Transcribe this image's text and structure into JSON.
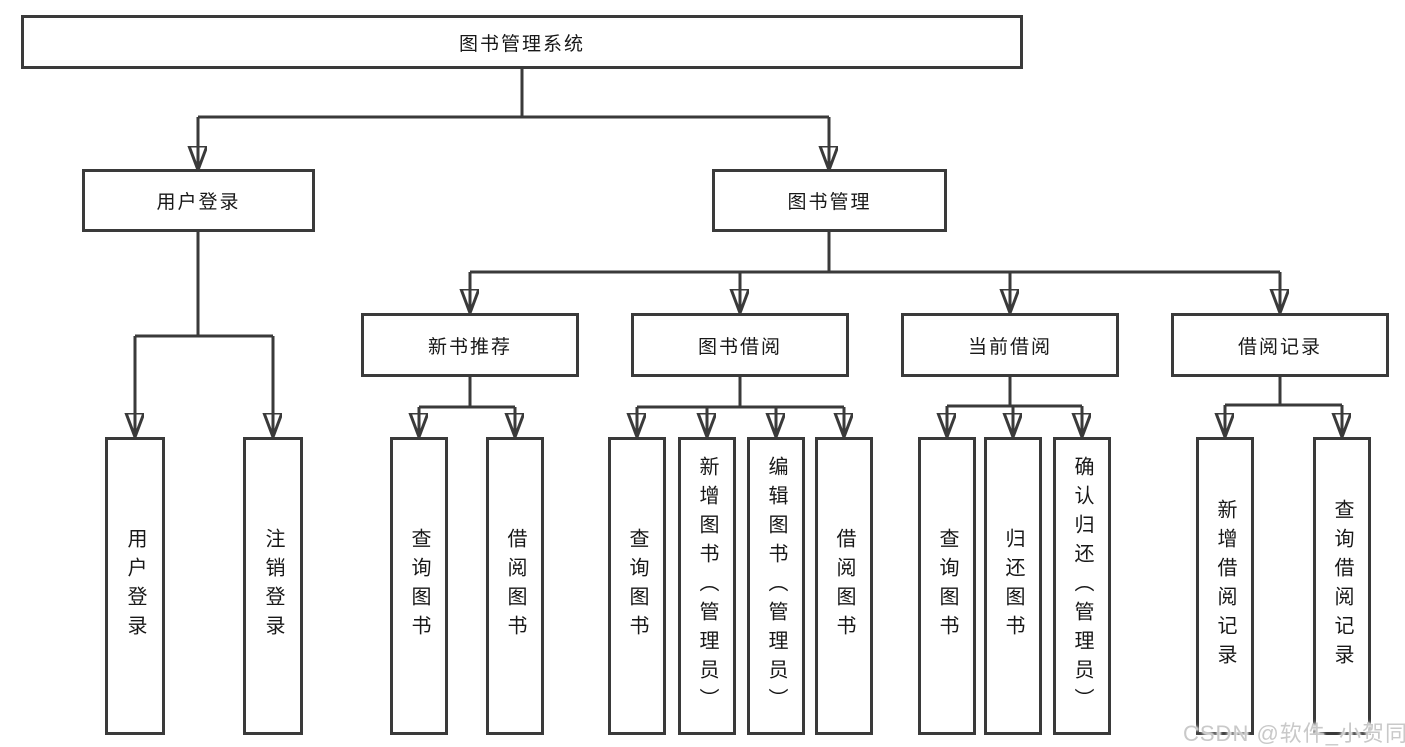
{
  "diagram": {
    "root": "图书管理系统",
    "level2": [
      {
        "label": "用户登录",
        "children": [
          {
            "label": "用户登录"
          },
          {
            "label": "注销登录"
          }
        ]
      },
      {
        "label": "图书管理",
        "children": [
          {
            "label": "新书推荐",
            "children": [
              {
                "label": "查询图书"
              },
              {
                "label": "借阅图书"
              }
            ]
          },
          {
            "label": "图书借阅",
            "children": [
              {
                "label": "查询图书"
              },
              {
                "label": "新增图书（管理员）"
              },
              {
                "label": "编辑图书（管理员）"
              },
              {
                "label": "借阅图书"
              }
            ]
          },
          {
            "label": "当前借阅",
            "children": [
              {
                "label": "查询图书"
              },
              {
                "label": "归还图书"
              },
              {
                "label": "确认归还（管理员）"
              }
            ]
          },
          {
            "label": "借阅记录",
            "children": [
              {
                "label": "新增借阅记录"
              },
              {
                "label": "查询借阅记录"
              }
            ]
          }
        ]
      }
    ]
  },
  "watermark": "CSDN @软件_小贺同学",
  "colors": {
    "line": "#3a3a3a",
    "text": "#181818",
    "watermark": "#c9c9c9",
    "background": "#ffffff"
  }
}
